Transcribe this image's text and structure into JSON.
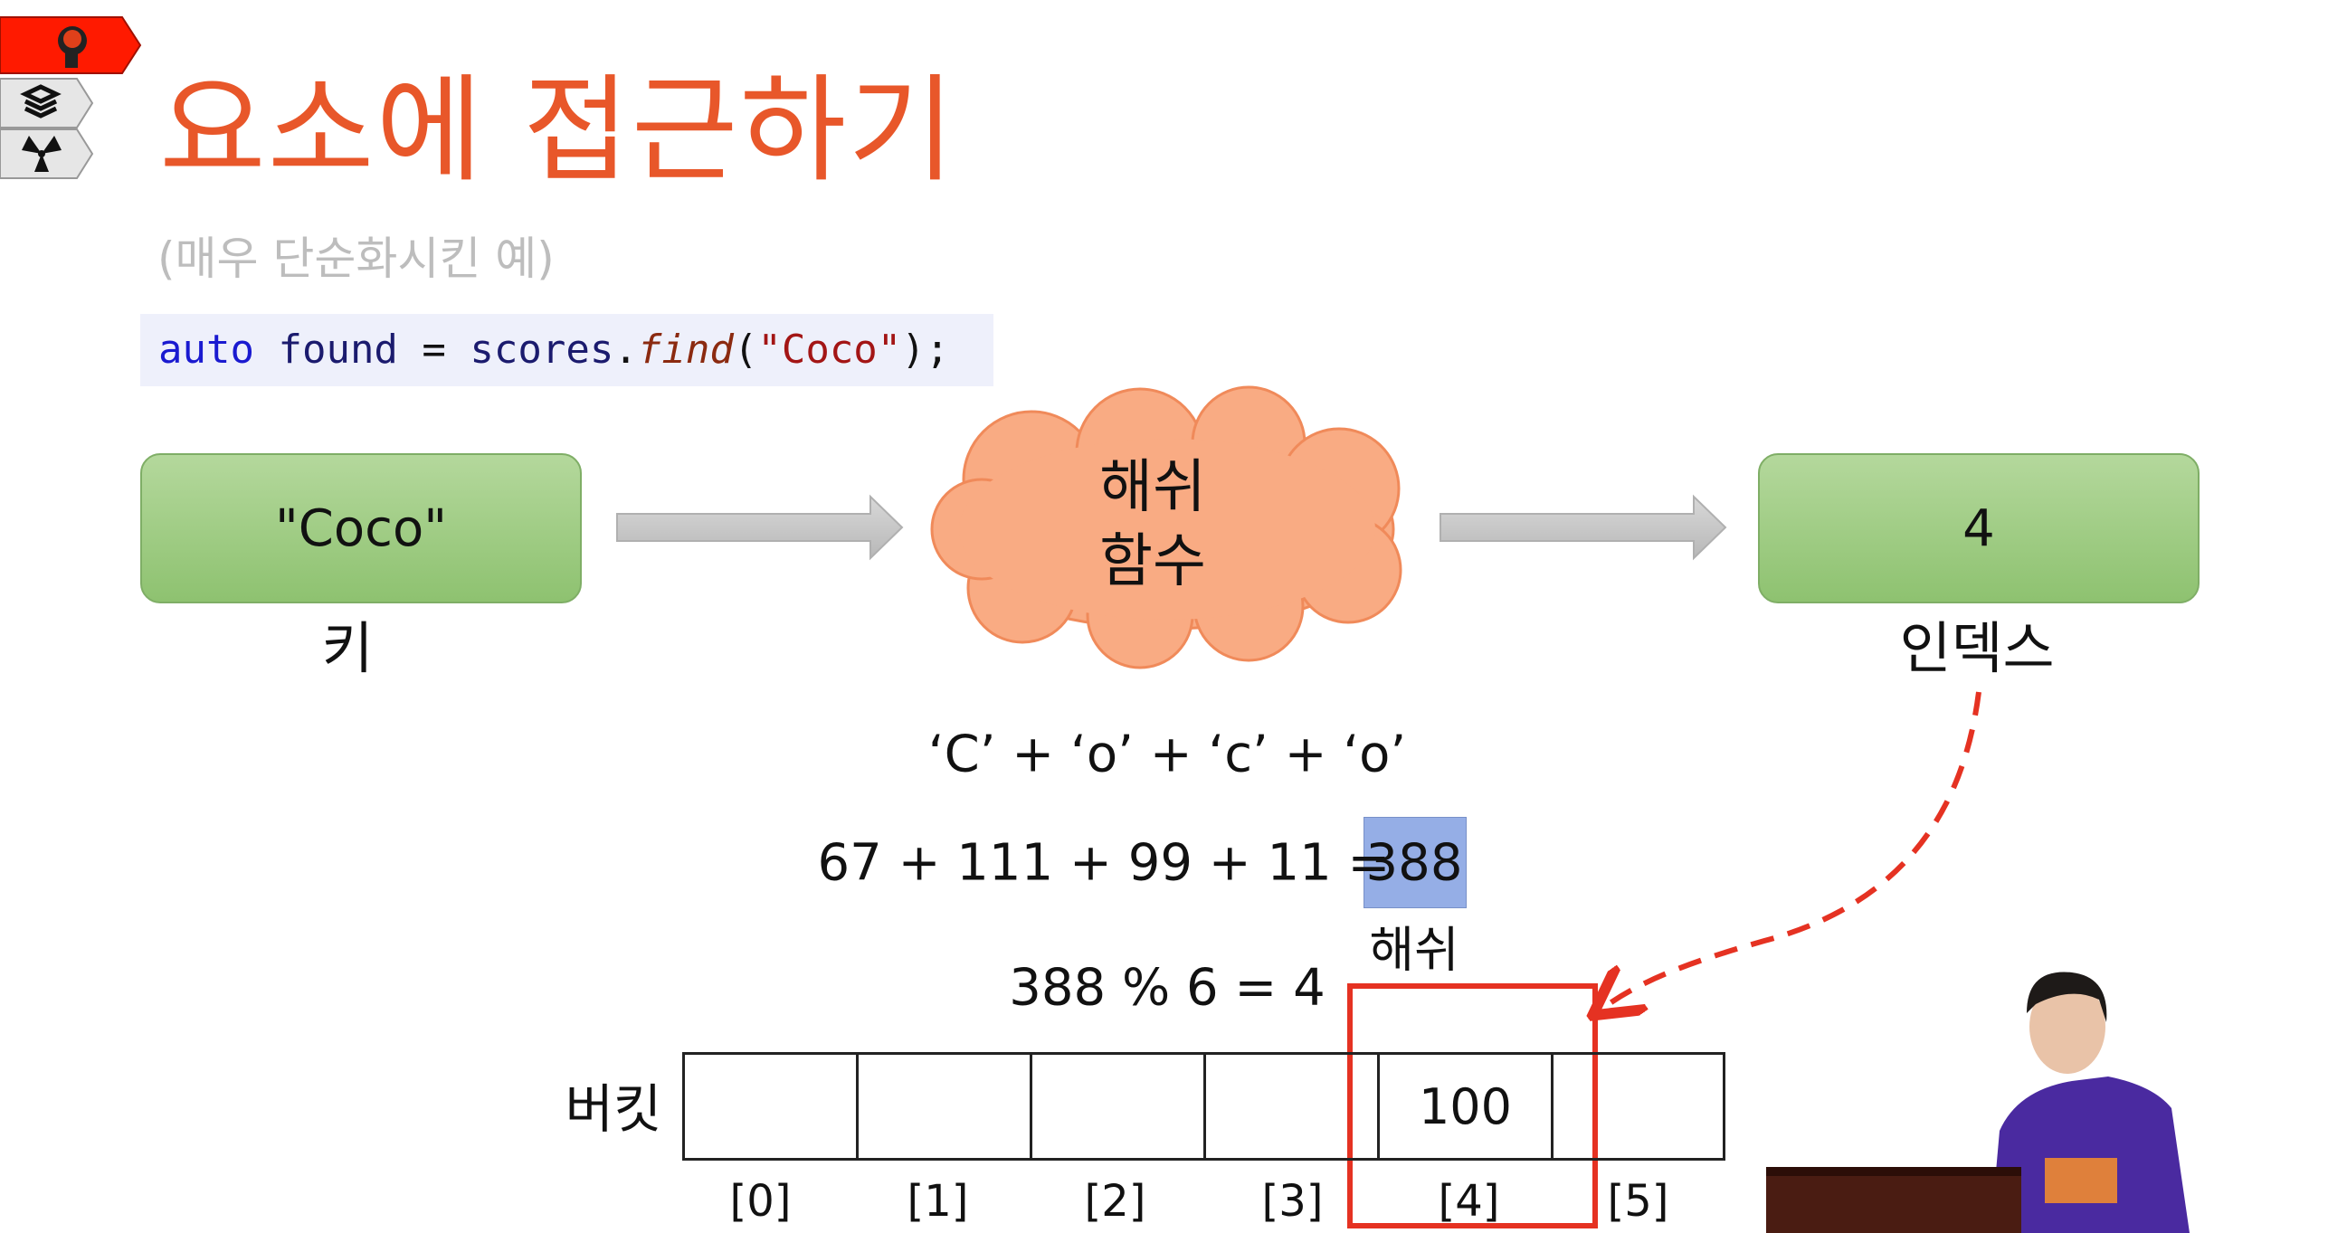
{
  "slide": {
    "title": "요소에 접근하기",
    "subtitle": "(매우 단순화시킨 예)",
    "code": {
      "kw": "auto",
      "var": "found",
      "eq": "=",
      "obj": "scores",
      "dot": ".",
      "fn": "find",
      "open": "(",
      "arg": "\"Coco\"",
      "close": ");"
    },
    "key_box": "\"Coco\"",
    "key_label": "키",
    "hash_function": [
      "해쉬",
      "함수"
    ],
    "index_box": "4",
    "index_label": "인덱스",
    "chars_expr": "‘C’ + ‘o’ + ‘c’ + ‘o’",
    "sum_expr": "67 + 111 + 99 + 11 =",
    "sum_result": "388",
    "hash_label": "해쉬",
    "mod_expr": "388 % 6 = 4",
    "bucket_label": "버킷",
    "buckets": [
      "",
      "",
      "",
      "",
      "100",
      ""
    ],
    "bucket_indices": [
      "[0]",
      "[1]",
      "[2]",
      "[3]",
      "[4]",
      "[5]"
    ],
    "highlight_bucket": 4
  },
  "nav_icons": [
    "brain-icon",
    "books-icon",
    "radiation-icon"
  ],
  "colors": {
    "title": "#E8572A",
    "highlight": "#E53222",
    "green": "#9ccb80",
    "cloud": "#F9A87E"
  }
}
